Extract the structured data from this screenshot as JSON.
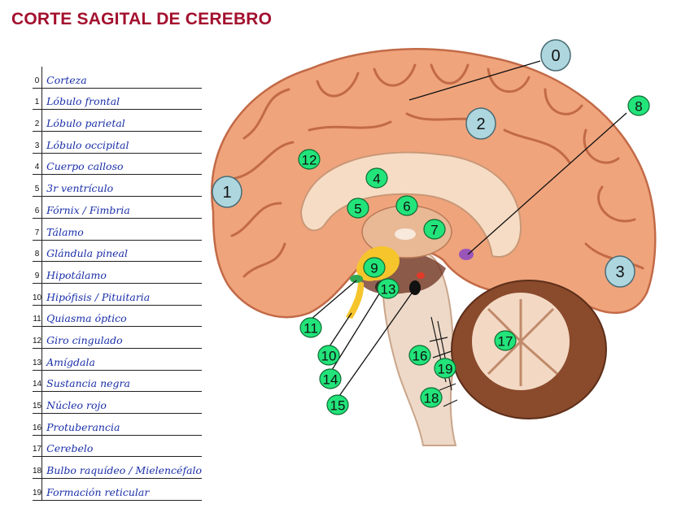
{
  "title": "CORTE SAGITAL DE CEREBRO",
  "legend": [
    {
      "num": "0",
      "label": "Corteza"
    },
    {
      "num": "1",
      "label": "Lóbulo frontal"
    },
    {
      "num": "2",
      "label": "Lóbulo parietal"
    },
    {
      "num": "3",
      "label": "Lóbulo occipital"
    },
    {
      "num": "4",
      "label": "Cuerpo calloso"
    },
    {
      "num": "5",
      "label": "3r ventrículo"
    },
    {
      "num": "6",
      "label": "Fórnix / Fimbria"
    },
    {
      "num": "7",
      "label": "Tálamo"
    },
    {
      "num": "8",
      "label": "Glándula pineal"
    },
    {
      "num": "9",
      "label": "Hipotálamo"
    },
    {
      "num": "10",
      "label": "Hipófisis / Pituitaria"
    },
    {
      "num": "11",
      "label": "Quiasma óptico"
    },
    {
      "num": "12",
      "label": "Giro cingulado"
    },
    {
      "num": "13",
      "label": "Amígdala"
    },
    {
      "num": "14",
      "label": "Sustancia negra"
    },
    {
      "num": "15",
      "label": "Núcleo rojo"
    },
    {
      "num": "16",
      "label": "Protuberancia"
    },
    {
      "num": "17",
      "label": "Cerebelo"
    },
    {
      "num": "18",
      "label": "Bulbo raquídeo / Mielencéfalo"
    },
    {
      "num": "19",
      "label": "Formación reticular"
    }
  ],
  "markers": [
    {
      "label": "0",
      "style": "lobe"
    },
    {
      "label": "1",
      "style": "lobe"
    },
    {
      "label": "2",
      "style": "lobe"
    },
    {
      "label": "3",
      "style": "lobe"
    },
    {
      "label": "4",
      "style": "structure"
    },
    {
      "label": "5",
      "style": "structure"
    },
    {
      "label": "6",
      "style": "structure"
    },
    {
      "label": "7",
      "style": "structure"
    },
    {
      "label": "8",
      "style": "structure"
    },
    {
      "label": "9",
      "style": "structure"
    },
    {
      "label": "10",
      "style": "structure"
    },
    {
      "label": "11",
      "style": "structure"
    },
    {
      "label": "12",
      "style": "structure"
    },
    {
      "label": "13",
      "style": "structure"
    },
    {
      "label": "14",
      "style": "structure"
    },
    {
      "label": "15",
      "style": "structure"
    },
    {
      "label": "16",
      "style": "structure"
    },
    {
      "label": "17",
      "style": "structure"
    },
    {
      "label": "18",
      "style": "structure"
    },
    {
      "label": "19",
      "style": "structure"
    }
  ],
  "colors": {
    "title": "#a3102e",
    "legend_text": "#1a2fa8",
    "lobe_marker": "#aed6df",
    "structure_marker": "#22e47a",
    "cortex": "#f0a47c",
    "white_matter": "#f6dcc4",
    "brainstem": "#eed9c8",
    "cerebellum": "#8a4a2c",
    "hypothalamus": "#f5c52b",
    "pineal": "#9a55b8"
  }
}
